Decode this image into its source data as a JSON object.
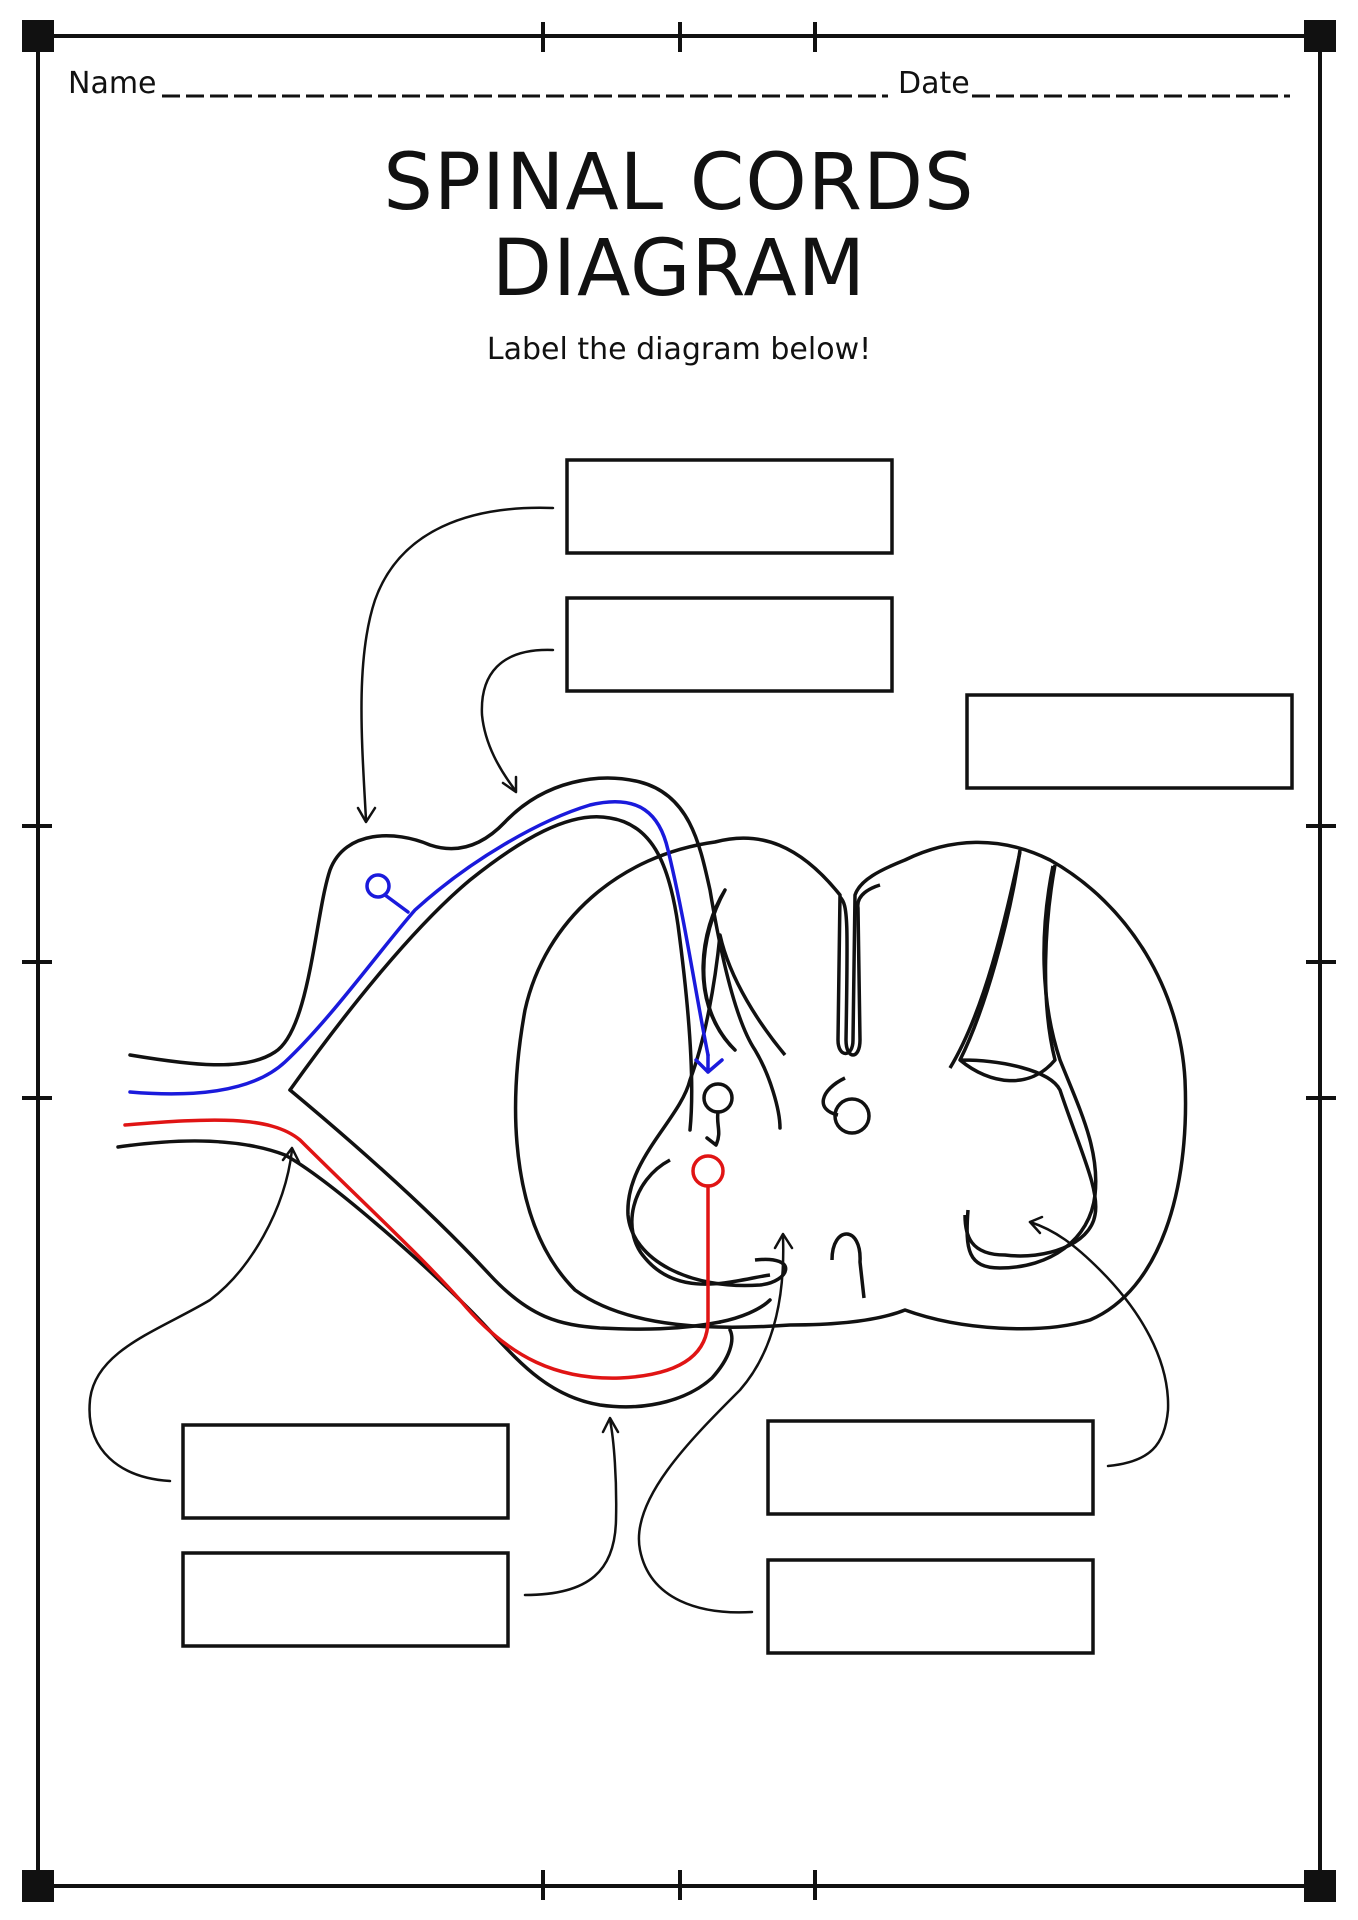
{
  "header": {
    "name_label": "Name",
    "date_label": "Date"
  },
  "title": {
    "line1": "SPINAL CORDS",
    "line2": "DIAGRAM"
  },
  "subtitle": "Label the diagram below!",
  "colors": {
    "outline": "#111111",
    "sensory_neuron": "#1a1adc",
    "motor_neuron": "#e01414"
  },
  "label_boxes": [
    {
      "id": "top-1",
      "text": ""
    },
    {
      "id": "top-2",
      "text": ""
    },
    {
      "id": "right-top",
      "text": ""
    },
    {
      "id": "bottom-left-1",
      "text": ""
    },
    {
      "id": "bottom-left-2",
      "text": ""
    },
    {
      "id": "bottom-right-1",
      "text": ""
    },
    {
      "id": "bottom-right-2",
      "text": ""
    }
  ]
}
